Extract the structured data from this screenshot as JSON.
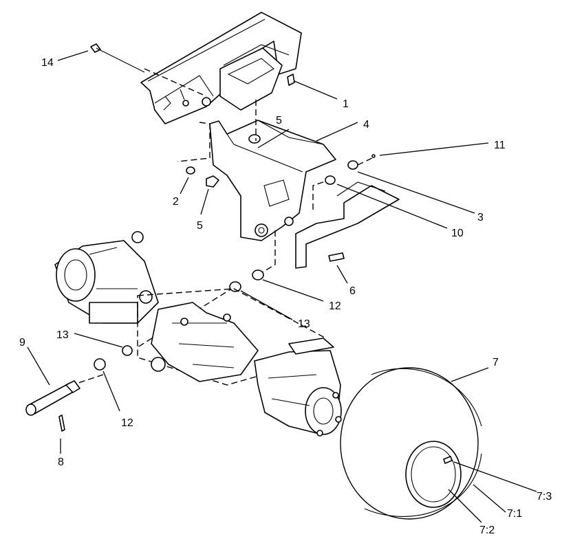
{
  "callouts": [
    {
      "id": "c14",
      "text": "14"
    },
    {
      "id": "c1",
      "text": "1"
    },
    {
      "id": "c5a",
      "text": "5"
    },
    {
      "id": "c4",
      "text": "4"
    },
    {
      "id": "c11",
      "text": "11"
    },
    {
      "id": "c2",
      "text": "2"
    },
    {
      "id": "c5b",
      "text": "5"
    },
    {
      "id": "c3",
      "text": "3"
    },
    {
      "id": "c10",
      "text": "10"
    },
    {
      "id": "c6",
      "text": "6"
    },
    {
      "id": "c12a",
      "text": "12"
    },
    {
      "id": "c13a",
      "text": "13"
    },
    {
      "id": "c13b",
      "text": "13"
    },
    {
      "id": "c9",
      "text": "9"
    },
    {
      "id": "c12b",
      "text": "12"
    },
    {
      "id": "c8",
      "text": "8"
    },
    {
      "id": "c7",
      "text": "7"
    },
    {
      "id": "c73",
      "text": "7:3"
    },
    {
      "id": "c71",
      "text": "7:1"
    },
    {
      "id": "c72",
      "text": "7:2"
    }
  ]
}
